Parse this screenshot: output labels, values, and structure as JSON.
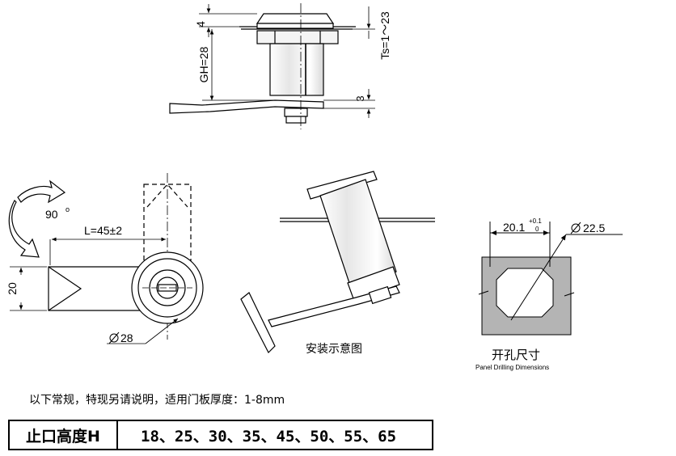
{
  "side_view": {
    "dim_top": "4",
    "dim_gh": "GH=28",
    "dim_ts": "Ts=1～23",
    "dim_bottom": "3"
  },
  "front_view": {
    "rotation": "90",
    "rotation_unit": "o",
    "dim_length": "L=45±2",
    "dim_height": "20",
    "dim_diameter": "28"
  },
  "install": {
    "caption": "安装示意图"
  },
  "panel": {
    "dim_width": "20.1",
    "tol_plus": "+0.1",
    "tol_zero": "0",
    "dim_diameter": "22.5",
    "title_cn": "开孔尺寸",
    "title_en": "Panel Drilling Dimensions"
  },
  "note": "以下常规，特现另请说明，适用门板厚度：1-8mm",
  "spec_table": {
    "header": "止口高度H",
    "values": "18、25、30、35、45、50、55、65"
  },
  "colors": {
    "line": "#000000",
    "panel_fill": "#b4b4b4",
    "hole_fill": "#ffffff"
  }
}
